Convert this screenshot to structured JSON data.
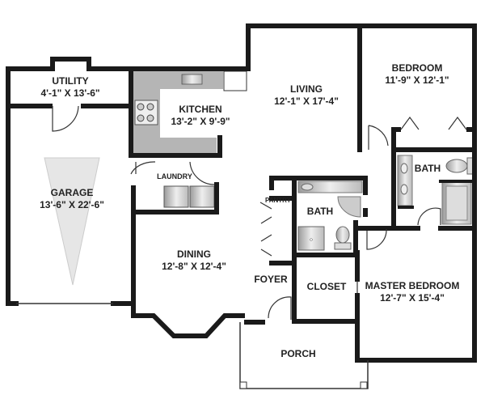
{
  "rooms": {
    "utility": {
      "name": "UTILITY",
      "dims": "4'-1\" X 13'-6\""
    },
    "kitchen": {
      "name": "KITCHEN",
      "dims": "13'-2\" X 9'-9\""
    },
    "living": {
      "name": "LIVING",
      "dims": "12'-1\" X 17'-4\""
    },
    "bedroom": {
      "name": "BEDROOM",
      "dims": "11'-9\" X 12'-1\""
    },
    "garage": {
      "name": "GARAGE",
      "dims": "13'-6\" X 22'-6\""
    },
    "laundry": {
      "name": "LAUNDRY"
    },
    "pantry": {
      "name": "PANTRY"
    },
    "bath1": {
      "name": "BATH"
    },
    "bath2": {
      "name": "BATH"
    },
    "dining": {
      "name": "DINING",
      "dims": "12'-8\" X 12'-4\""
    },
    "foyer": {
      "name": "FOYER"
    },
    "closet": {
      "name": "CLOSET"
    },
    "master": {
      "name": "MASTER BEDROOM",
      "dims": "12'-7\" X 15'-4\""
    },
    "porch": {
      "name": "PORCH"
    }
  },
  "colors": {
    "wall": "#1a1a1a",
    "counter": "#b5b5b5",
    "fixture": "#d0d0d0"
  }
}
